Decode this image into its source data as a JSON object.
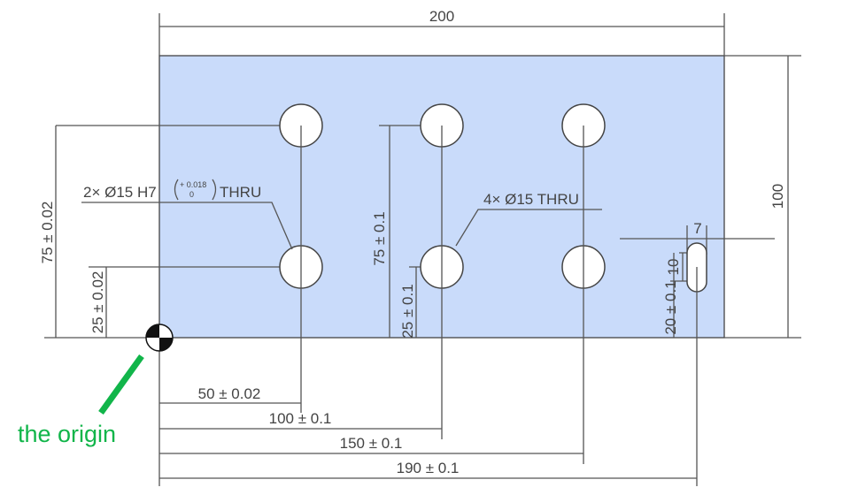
{
  "drawing": {
    "plate_color": "#c9dbfa",
    "accent_color": "#11b54a",
    "overall_width": "200",
    "overall_height": "100",
    "callout_h7": {
      "prefix": "2× Ø15 H7",
      "upper_tol": "+ 0.018",
      "lower_tol": "0",
      "suffix": "THRU"
    },
    "callout_thru": "4× Ø15 THRU",
    "dim_75_tight": "75 ± 0.02",
    "dim_25_tight": "25 ± 0.02",
    "dim_75_loose": "75 ± 0.1",
    "dim_25_loose": "25 ± 0.1",
    "dim_slot_width": "7",
    "dim_slot_length": "10",
    "dim_slot_y": "20 ± 0.1",
    "dim_x50": "50 ± 0.02",
    "dim_x100": "100 ± 0.1",
    "dim_x150": "150 ± 0.1",
    "dim_x190": "190 ± 0.1",
    "origin_label": "the origin"
  }
}
